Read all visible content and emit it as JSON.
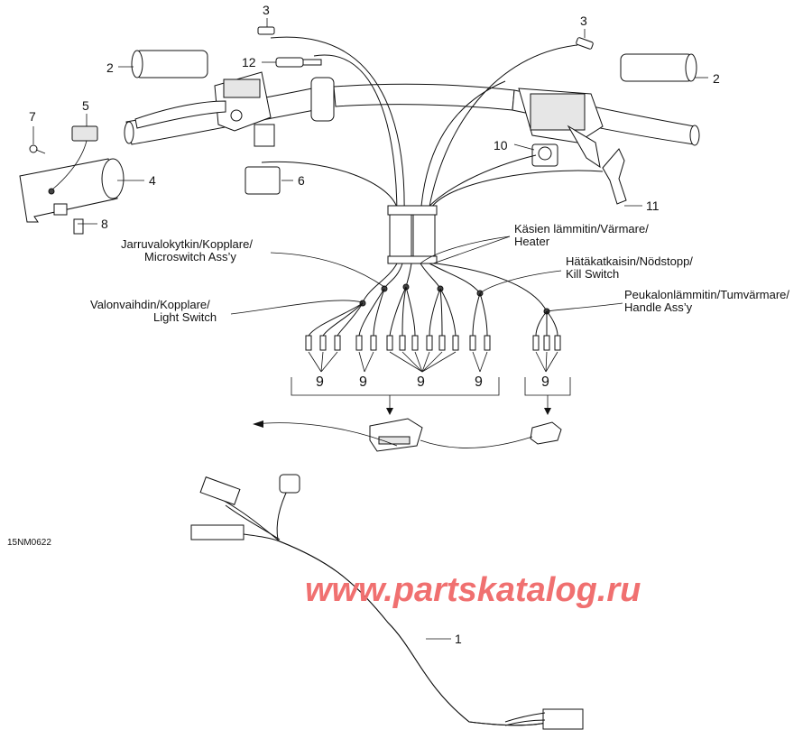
{
  "callouts": {
    "c1": "1",
    "c2a": "2",
    "c2b": "2",
    "c3a": "3",
    "c3b": "3",
    "c4": "4",
    "c5": "5",
    "c6": "6",
    "c7": "7",
    "c8": "8",
    "c9a": "9",
    "c9b": "9",
    "c9c": "9",
    "c9d": "9",
    "c9e": "9",
    "c10": "10",
    "c11": "11",
    "c12": "12"
  },
  "labels": {
    "microswitch": [
      "Jarruvalokytkin/Kopplare/",
      "Microswitch Ass’y"
    ],
    "light_switch": [
      "Valonvaihdin/Kopplare/",
      "Light Switch"
    ],
    "heater": [
      "Käsien lämmitin/Värmare/",
      "Heater"
    ],
    "kill_switch": [
      "Hätäkatkaisin/Nödstopp/",
      "Kill Switch"
    ],
    "handle": [
      "Peukalonlämmitin/Tumvärmare/",
      "Handle Ass’y"
    ]
  },
  "figure_code": "15NM0622",
  "watermark": "www.partskatalog.ru"
}
